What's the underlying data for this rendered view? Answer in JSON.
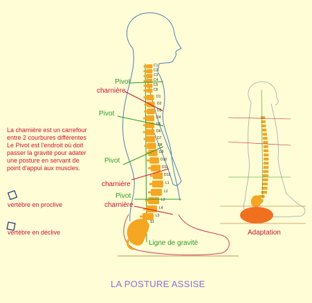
{
  "title": "LA  POSTURE ASSISE",
  "note": "La charnière est un carrefour entre 2 courbures différentes Le Pivot est l'endroit où doit passer la gravité pour adater une posture en servant de point d'appui aux muscles.",
  "labels": {
    "pivot_cervical": "Pivot",
    "charniere_cervicothoracic": "charnière",
    "pivot_thoracic": "Pivot",
    "pivot_thoracolumbar": "Pivot",
    "charniere_thoracolumbar": "charnière",
    "pivot_lumbar": "Pivot",
    "charniere_lumbosacral": "charnière",
    "gravity_line": "Ligne de gravité",
    "adaptation": "Adaptation"
  },
  "legend": {
    "proclive": "vertèbre en proclive",
    "declive": "vertèbre en déclive"
  },
  "vertebrae": [
    "C1",
    "C2",
    "C3",
    "C4",
    "C5",
    "C6",
    "D1",
    "D2",
    "D3",
    "D4",
    "D5",
    "D6",
    "D7",
    "D8",
    "D9",
    "D10",
    "D11",
    "D12",
    "L1",
    "L2",
    "L3",
    "L4",
    "L5",
    "S1"
  ],
  "colors": {
    "background": "#fffdd5",
    "spine": "#f5a623",
    "green_text": "#2a9a2a",
    "red_text": "#cc1133",
    "title": "#8a6bd6",
    "outline": "#1f6fb3",
    "cushion": "#f07020"
  }
}
